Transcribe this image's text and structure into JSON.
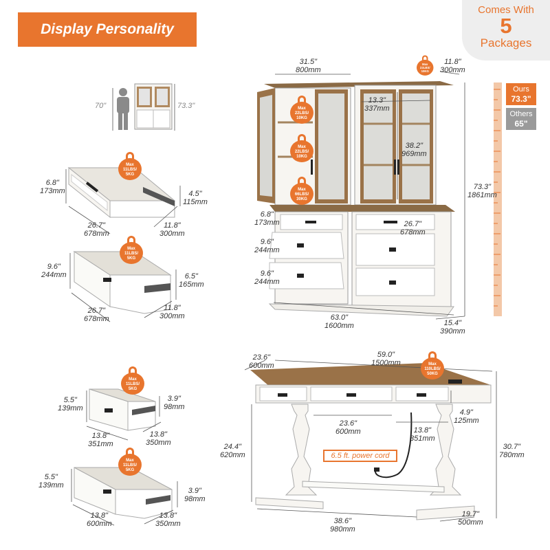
{
  "banner": {
    "title": "Display Personality"
  },
  "packages": {
    "line1": "Comes With",
    "count": "5",
    "line3": "Packages"
  },
  "colors": {
    "accent": "#e8752e",
    "wood": "#8a6a45",
    "white_finish": "#f4f2ee",
    "gray": "#9a9a9a"
  },
  "height_compare": {
    "person": "70\"",
    "furniture": "73.3\"",
    "ours_label": "Ours",
    "ours_value": "73.3\"",
    "others_label": "Others",
    "others_value": "65\""
  },
  "hutch": {
    "width_top_in": "31.5\"",
    "width_top_mm": "800mm",
    "depth_in": "11.8\"",
    "depth_mm": "300mm",
    "shelf_in": "13.3\"",
    "shelf_mm": "337mm",
    "door_h_in": "38.2\"",
    "door_h_mm": "969mm",
    "total_h_in": "73.3\"",
    "total_h_mm": "1861mm",
    "drawer_top_in": "6.8\"",
    "drawer_top_mm": "173mm",
    "drawer_mid_in": "9.6\"",
    "drawer_mid_mm": "244mm",
    "drawer_bot_in": "9.6\"",
    "drawer_bot_mm": "244mm",
    "drawer_w_in": "26.7\"",
    "drawer_w_mm": "678mm",
    "base_w_in": "63.0\"",
    "base_w_mm": "1600mm",
    "base_d_in": "15.4\"",
    "base_d_mm": "390mm",
    "badge_shelf_top": [
      "Max",
      "22LBS/",
      "10KG"
    ],
    "badge_shelf_mid": [
      "Max",
      "22LBS/",
      "10KG"
    ],
    "badge_shelf_low": [
      "Max",
      "66LBS/",
      "30KG"
    ],
    "badge_top": [
      "Max",
      "22LBS/",
      "10KG"
    ]
  },
  "drawer1": {
    "h_in": "6.8\"",
    "h_mm": "173mm",
    "side_in": "4.5\"",
    "side_mm": "115mm",
    "w_in": "26.7\"",
    "w_mm": "678mm",
    "d_in": "11.8\"",
    "d_mm": "300mm",
    "badge": [
      "Max",
      "11LBS/",
      "5KG"
    ]
  },
  "drawer2": {
    "h_in": "9.6\"",
    "h_mm": "244mm",
    "side_in": "6.5\"",
    "side_mm": "165mm",
    "w_in": "26.7\"",
    "w_mm": "678mm",
    "d_in": "11.8\"",
    "d_mm": "300mm",
    "badge": [
      "Max",
      "11LBS/",
      "5KG"
    ]
  },
  "drawer3": {
    "h_in": "5.5\"",
    "h_mm": "139mm",
    "side_in": "3.9\"",
    "side_mm": "98mm",
    "w_in": "13.8\"",
    "w_mm": "351mm",
    "d_in": "13.8\"",
    "d_mm": "350mm",
    "badge": [
      "Max",
      "11LBS/",
      "5KG"
    ]
  },
  "drawer4": {
    "h_in": "5.5\"",
    "h_mm": "139mm",
    "side_in": "3.9\"",
    "side_mm": "98mm",
    "w_in": "13.8\"",
    "w_mm": "600mm",
    "d_in": "13.8\"",
    "d_mm": "350mm",
    "badge": [
      "Max",
      "11LBS/",
      "5KG"
    ]
  },
  "desk": {
    "depth_in": "23.6\"",
    "depth_mm": "600mm",
    "width_in": "59.0\"",
    "width_mm": "1500mm",
    "drawer_h_in": "4.9\"",
    "drawer_h_mm": "125mm",
    "center_w_in": "23.6\"",
    "center_w_mm": "600mm",
    "side_w_in": "13.8\"",
    "side_w_mm": "351mm",
    "leg_h_in": "24.4\"",
    "leg_h_mm": "620mm",
    "total_h_in": "30.7\"",
    "total_h_mm": "780mm",
    "base_w_in": "38.6\"",
    "base_w_mm": "980mm",
    "base_d_in": "19.7\"",
    "base_d_mm": "500mm",
    "power_cord": "6.5 ft. power cord",
    "badge": [
      "Max",
      "110LBS/",
      "50KG"
    ]
  }
}
